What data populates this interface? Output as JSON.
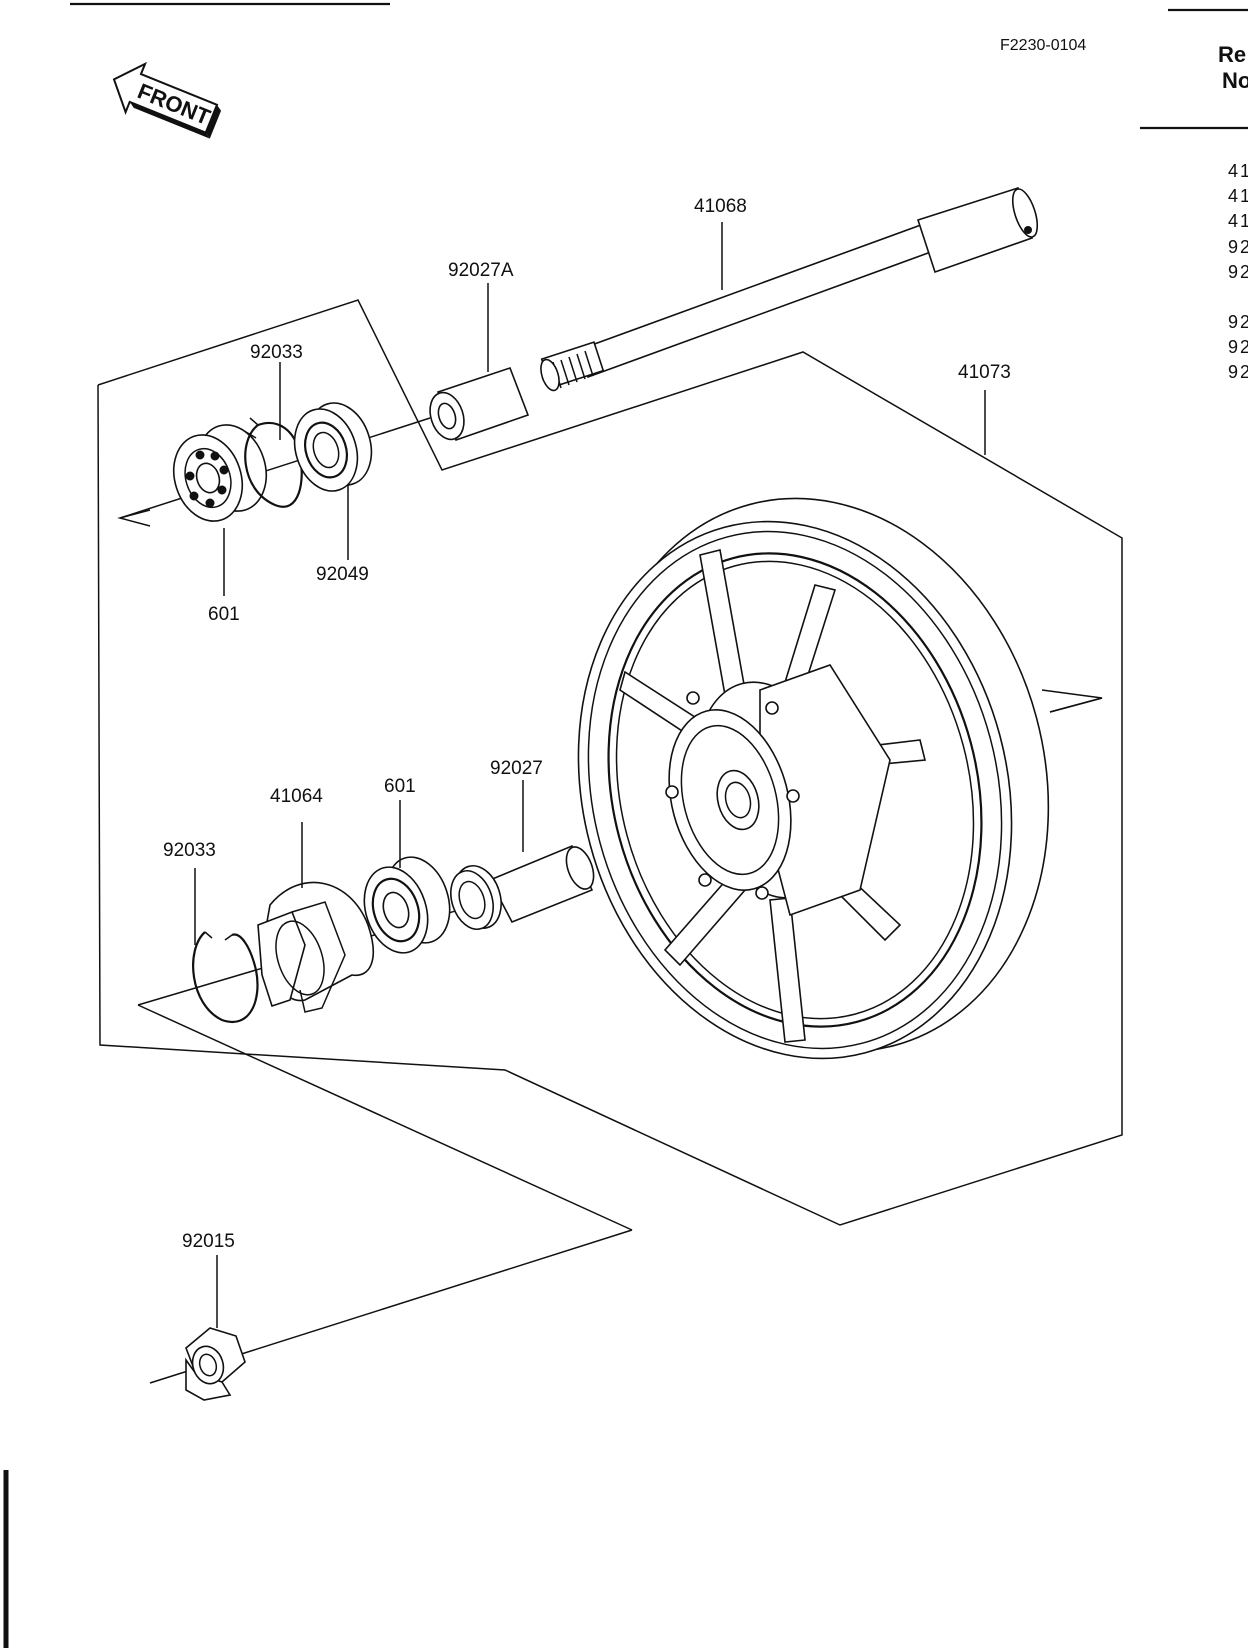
{
  "figure_code": "F2230-0104",
  "front_badge": "FRONT",
  "ref_header_line1": "Re",
  "ref_header_line2": "No",
  "ref_column_fragments": [
    "41",
    "41",
    "41",
    "92",
    "92",
    "92",
    "92",
    "92"
  ],
  "parts": {
    "axle": "41068",
    "collar_a": "92027A",
    "seal_left": "92049",
    "circlip_top": "92033",
    "bearing_top": "601",
    "wheel": "41073",
    "coupling": "41064",
    "bearing_bottom": "601",
    "collar": "92027",
    "circlip_bottom": "92033",
    "axle_nut": "92015"
  }
}
